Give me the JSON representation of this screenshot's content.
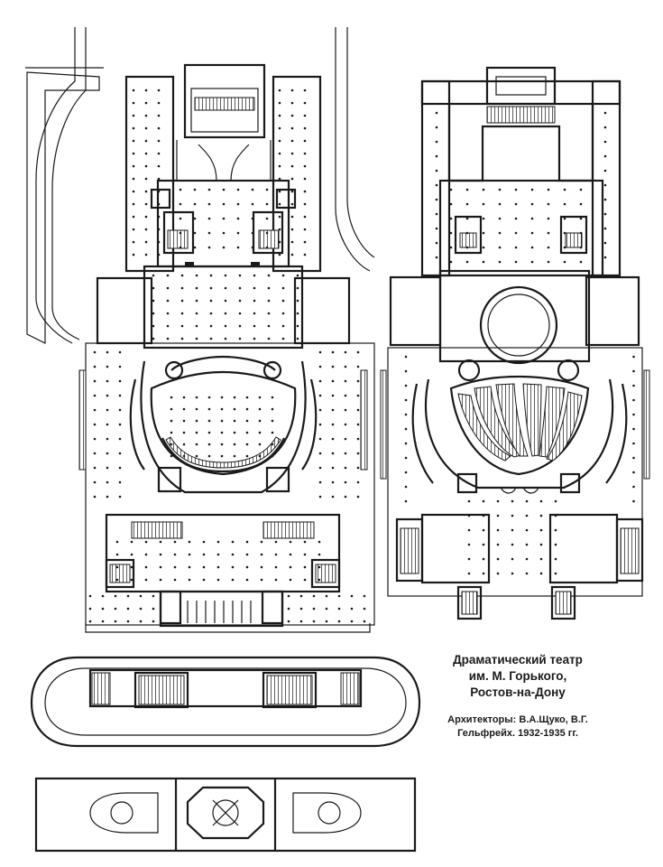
{
  "caption": {
    "title_line1": "Драматический театр",
    "title_line2": "им. М. Горького,",
    "title_line3": "Ростов-на-Дону",
    "credit_line1": "Архитекторы: В.А.Щуко, В.Г.",
    "credit_line2": "Гельфрейх. 1932-1935 гг."
  },
  "colors": {
    "ink": "#1a1a1a",
    "paper": "#ffffff"
  }
}
